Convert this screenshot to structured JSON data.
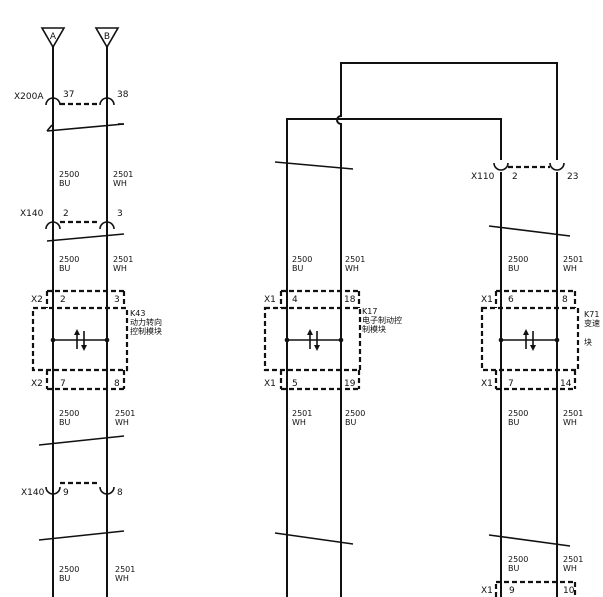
{
  "offpage": {
    "a": "A",
    "b": "B"
  },
  "left": {
    "x200a": {
      "label": "X200A",
      "pin1": "37",
      "pin2": "38"
    },
    "x140a": {
      "label": "X140",
      "pin1": "2",
      "pin2": "3"
    },
    "wires1": {
      "a_num": "2500",
      "a_col": "BU",
      "b_num": "2501",
      "b_col": "WH"
    },
    "wires2": {
      "a_num": "2500",
      "a_col": "BU",
      "b_num": "2501",
      "b_col": "WH"
    },
    "module": {
      "top_conn": "X2",
      "top_pin1": "2",
      "top_pin2": "3",
      "bot_conn": "X2",
      "bot_pin1": "7",
      "bot_pin2": "8",
      "id": "K43",
      "name_line1": "动力转向",
      "name_line2": "控制模块"
    },
    "wires3": {
      "a_num": "2500",
      "a_col": "BU",
      "b_num": "2501",
      "b_col": "WH"
    },
    "x140b": {
      "label": "X140",
      "pin1": "9",
      "pin2": "8"
    },
    "wires4": {
      "a_num": "2500",
      "a_col": "BU",
      "b_num": "2501",
      "b_col": "WH"
    }
  },
  "middle": {
    "wires1": {
      "a_num": "2500",
      "a_col": "BU",
      "b_num": "2501",
      "b_col": "WH"
    },
    "module": {
      "top_conn": "X1",
      "top_pin1": "4",
      "top_pin2": "18",
      "bot_conn": "X1",
      "bot_pin1": "5",
      "bot_pin2": "19",
      "id": "K17",
      "name_line1": "电子制动控",
      "name_line2": "制模块"
    },
    "wires2": {
      "a_num": "2501",
      "a_col": "WH",
      "b_num": "2500",
      "b_col": "BU"
    }
  },
  "right": {
    "x110": {
      "label": "X110",
      "pin1": "2",
      "pin2": "23"
    },
    "wires1": {
      "a_num": "2500",
      "a_col": "BU",
      "b_num": "2501",
      "b_col": "WH"
    },
    "module": {
      "top_conn": "X1",
      "top_pin1": "6",
      "top_pin2": "8",
      "bot_conn": "X1",
      "bot_pin1": "7",
      "bot_pin2": "14",
      "id": "K71",
      "name_line1": "变速",
      "name_line2": "块"
    },
    "wires2": {
      "a_num": "2500",
      "a_col": "BU",
      "b_num": "2501",
      "b_col": "WH"
    },
    "wires3": {
      "a_num": "2500",
      "a_col": "BU",
      "b_num": "2501",
      "b_col": "WH"
    },
    "bottom_conn": {
      "label": "X1",
      "pin1": "9",
      "pin2": "10"
    }
  }
}
